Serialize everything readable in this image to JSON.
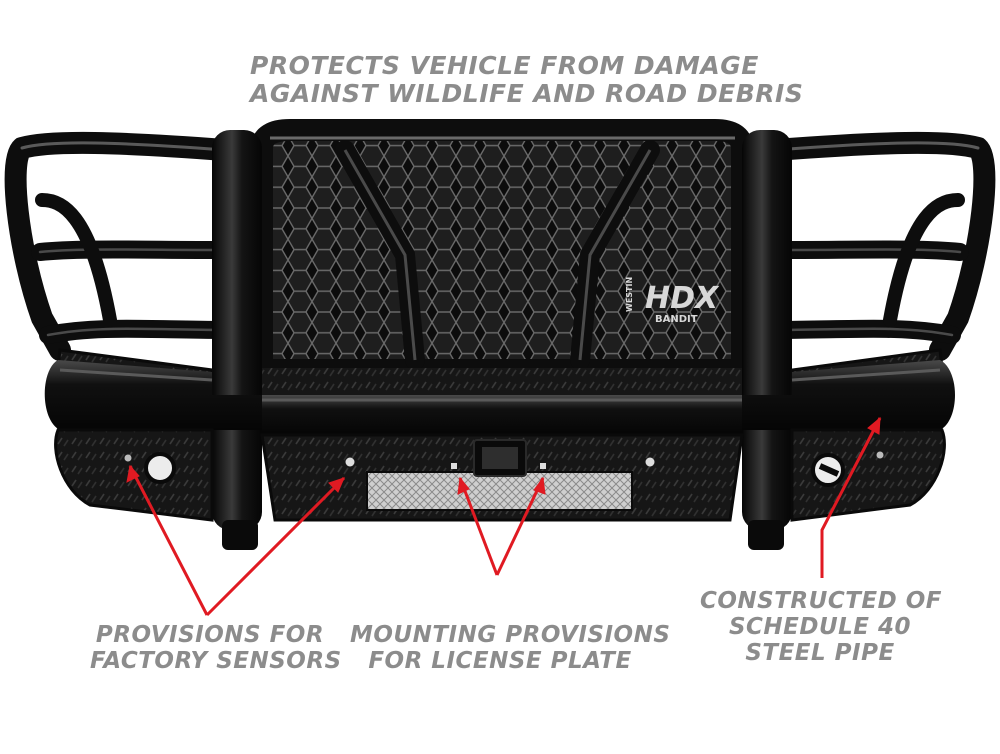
{
  "captions": {
    "top": [
      "PROTECTS VEHICLE FROM DAMAGE",
      "AGAINST WILDLIFE AND ROAD DEBRIS"
    ],
    "sensors": [
      "PROVISIONS FOR",
      "FACTORY SENSORS"
    ],
    "plate": [
      "MOUNTING PROVISIONS",
      "FOR LICENSE PLATE"
    ],
    "pipe": [
      "CONSTRUCTED OF",
      "SCHEDULE 40",
      "STEEL PIPE"
    ]
  },
  "logo": {
    "brand": "WESTIN",
    "model": "HDX",
    "sub": "BANDIT"
  },
  "colors": {
    "caption": "#8c8c8c",
    "arrow": "#e01a22",
    "steel": "#1a1a1a",
    "background": "#ffffff"
  }
}
